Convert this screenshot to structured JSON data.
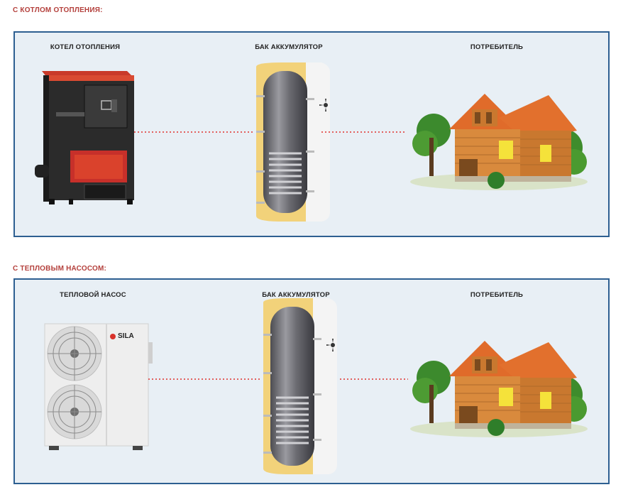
{
  "sections": [
    {
      "title": "С КОТЛОМ ОТОПЛЕНИЯ:",
      "labels": {
        "source": "КОТЕЛ ОТОПЛЕНИЯ",
        "tank": "БАК АККУМУЛЯТОР",
        "consumer": "ПОТРЕБИТЕЛЬ"
      }
    },
    {
      "title": "С ТЕПЛОВЫМ НАСОСОМ:",
      "labels": {
        "source": "ТЕПЛОВОЙ НАСОС",
        "tank": "БАК АККУМУЛЯТОР",
        "consumer": "ПОТРЕБИТЕЛЬ"
      },
      "brand_logo": "SILA"
    }
  ],
  "colors": {
    "section_title": "#b4403c",
    "panel_border": "#2d5f91",
    "panel_bg": "#e8eff5",
    "connector": "#e0302c"
  },
  "icons": [
    "boiler-icon",
    "heat-pump-icon",
    "storage-tank-icon",
    "house-icon"
  ]
}
